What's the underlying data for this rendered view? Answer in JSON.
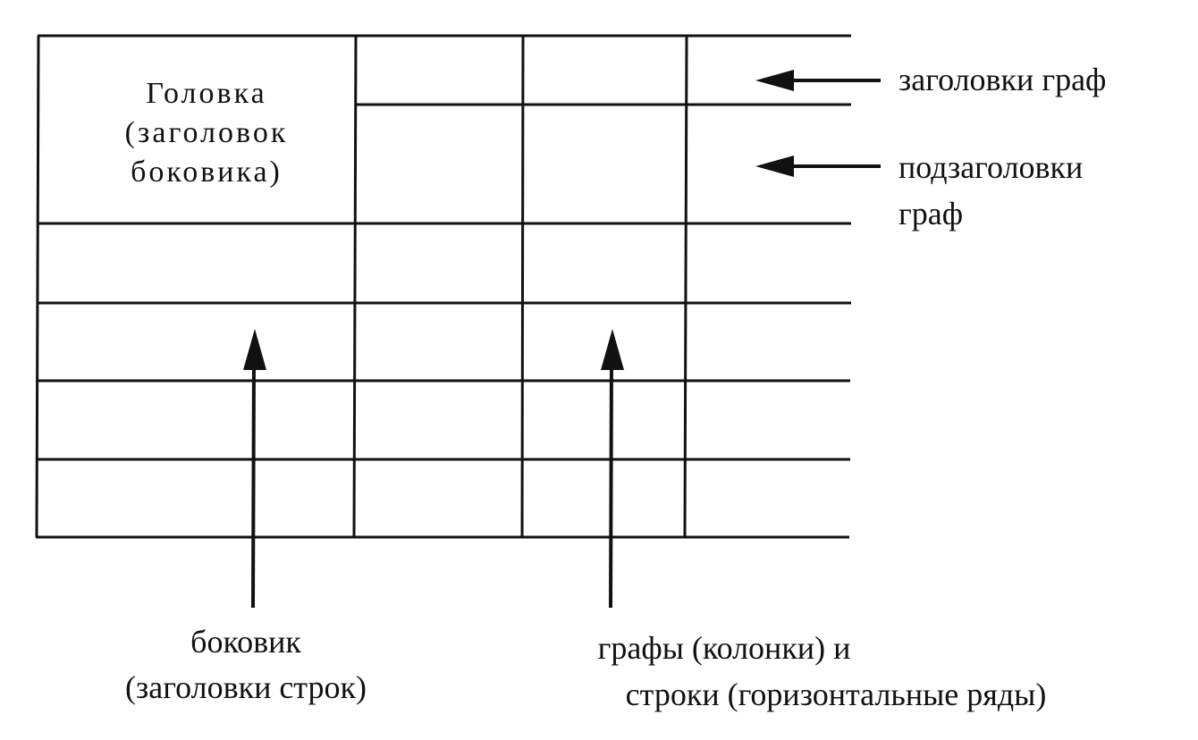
{
  "head": {
    "line1": "Головка",
    "line2": "(заголовок",
    "line3": "боковика)"
  },
  "labels": {
    "column_headers": "заголовки граф",
    "column_subheaders_line1": "подзаголовки",
    "column_subheaders_line2": "граф",
    "stub_line1": "боковик",
    "stub_line2": "(заголовки строк)",
    "columns_rows_line1": "графы (колонки) и",
    "columns_rows_line2": "строки (горизонтальные ряды)"
  },
  "colors": {
    "ink": "#111111",
    "background": "#ffffff"
  }
}
